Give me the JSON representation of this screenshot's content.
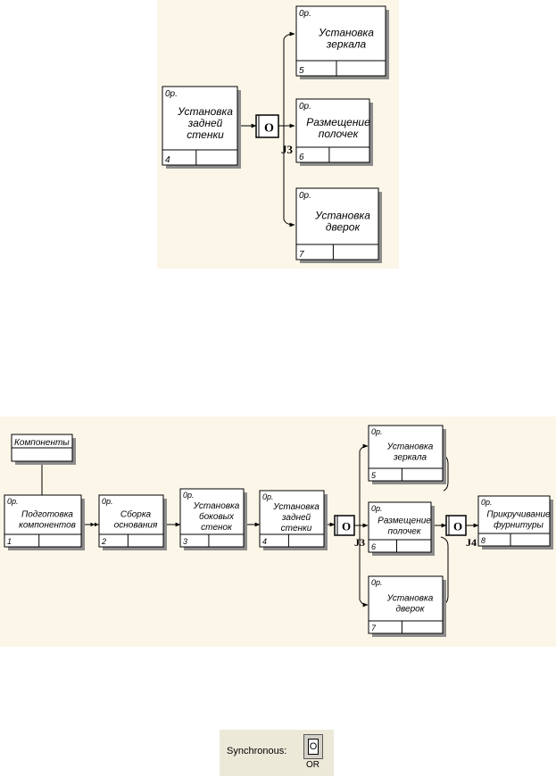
{
  "colors": {
    "panel_bg": "#fcf6e8",
    "sync_bg": "#ece9d8"
  },
  "top_diagram": {
    "boxes": [
      {
        "id": "top-4",
        "tag": "0р.",
        "lines": [
          "Установка",
          "задней",
          "стенки"
        ],
        "number": "4"
      },
      {
        "id": "top-5",
        "tag": "0р.",
        "lines": [
          "Установка",
          "зеркала"
        ],
        "number": "5"
      },
      {
        "id": "top-6",
        "tag": "0р.",
        "lines": [
          "Размещение",
          "полочек"
        ],
        "number": "6"
      },
      {
        "id": "top-7",
        "tag": "0р.",
        "lines": [
          "Установка",
          "дверок"
        ],
        "number": "7"
      }
    ],
    "junction": {
      "symbol": "O",
      "label": "J3"
    }
  },
  "bottom_diagram": {
    "component_label": "Компоненты",
    "boxes": [
      {
        "id": "b-1",
        "tag": "0р.",
        "lines": [
          "Подготовка",
          "компонентов"
        ],
        "number": "1"
      },
      {
        "id": "b-2",
        "tag": "0р.",
        "lines": [
          "Сборка",
          "основания"
        ],
        "number": "2"
      },
      {
        "id": "b-3",
        "tag": "0р.",
        "lines": [
          "Установка",
          "боковых",
          "стенок"
        ],
        "number": "3"
      },
      {
        "id": "b-4",
        "tag": "0р.",
        "lines": [
          "Установка",
          "задней",
          "стенки"
        ],
        "number": "4"
      },
      {
        "id": "b-5",
        "tag": "0р.",
        "lines": [
          "Установка",
          "зеркала"
        ],
        "number": "5"
      },
      {
        "id": "b-6",
        "tag": "0р.",
        "lines": [
          "Размещение",
          "полочек"
        ],
        "number": "6"
      },
      {
        "id": "b-7",
        "tag": "0р.",
        "lines": [
          "Установка",
          "дверок"
        ],
        "number": "7"
      },
      {
        "id": "b-8",
        "tag": "0р.",
        "lines": [
          "Прикручивание",
          "фурнитуры"
        ],
        "number": "8"
      }
    ],
    "junctions": [
      {
        "id": "bj3",
        "symbol": "O",
        "label": "J3"
      },
      {
        "id": "bj4",
        "symbol": "O",
        "label": "J4"
      }
    ]
  },
  "sync": {
    "label": "Synchronous:",
    "icon_letter": "O",
    "caption": "OR"
  }
}
